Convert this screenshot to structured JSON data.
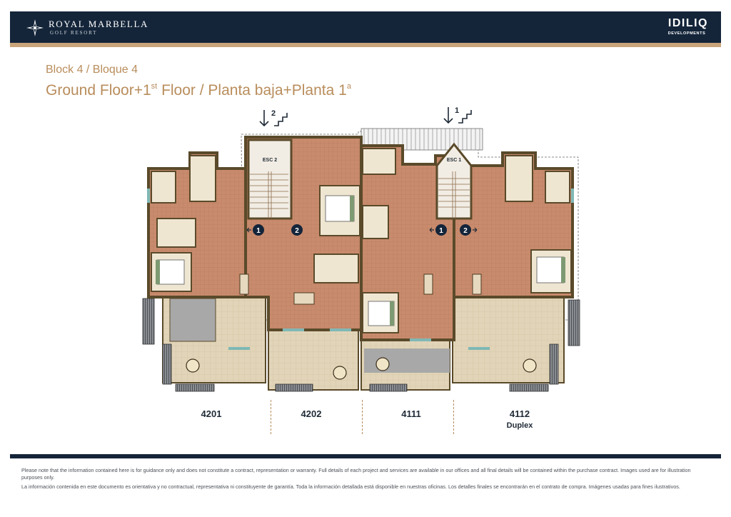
{
  "header": {
    "brand_name": "ROYAL MARBELLA",
    "brand_sub": "GOLF RESORT",
    "developer_name": "IDILIQ",
    "developer_sub": "DEVELOPMENTS",
    "logo_icon": "star-compass-icon"
  },
  "title": {
    "block": "Block 4 / Bloque 4",
    "floor_part1": "Ground Floor+1",
    "floor_sup1": "st",
    "floor_part2": " Floor / Planta baja+Planta 1",
    "floor_sup2": "a"
  },
  "plan": {
    "stair_labels": [
      "ESC 2",
      "ESC 1"
    ],
    "stair_indicators": [
      "2",
      "1"
    ],
    "access_markers": [
      "1",
      "2",
      "1",
      "2"
    ],
    "colors": {
      "floor_tile": "#c98b6d",
      "wall": "#5a4a2a",
      "terrace": "#d8c9ad",
      "marker": "#14253a"
    }
  },
  "units": [
    {
      "label": "4201",
      "sub": ""
    },
    {
      "label": "4202",
      "sub": ""
    },
    {
      "label": "4111",
      "sub": ""
    },
    {
      "label": "4112",
      "sub": "Duplex"
    }
  ],
  "footer": {
    "disclaimer_en": "Please note that the information contained here is for guidance only and does not constitute a contract, representation or warranty. Full details of each project and services are available in our offices and all final details will be contained within the purchase contract. Images used are for illustration purposes only.",
    "disclaimer_es": "La información contenida en este documento es orientativa y no contractual, representativa ni constituyente de garantía. Toda la información detallada está disponible en nuestras oficinas. Los detalles finales se encontrarán en el contrato de compra. Imágenes usadas para fines ilustrativos."
  }
}
